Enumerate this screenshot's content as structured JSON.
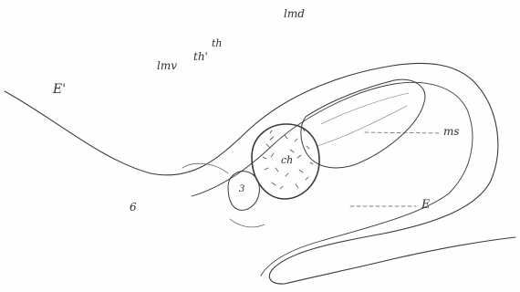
{
  "figure": {
    "labels": {
      "lmd": "lmd",
      "th": "th",
      "th_prime": "th'",
      "lmv": "lmv",
      "E_prime": "E'",
      "ms": "ms",
      "ch": "ch",
      "three": "3",
      "six": "6",
      "E": "E"
    }
  }
}
